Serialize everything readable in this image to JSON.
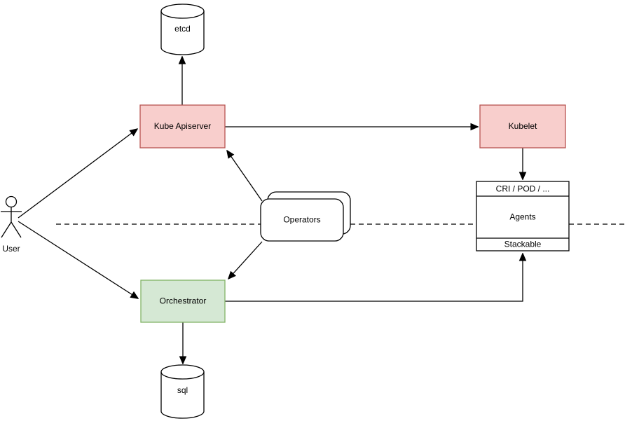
{
  "canvas": {
    "background": "#ffffff",
    "type": "architecture-diagram"
  },
  "nodes": {
    "user": {
      "label": "User",
      "shape": "actor"
    },
    "etcd": {
      "label": "etcd",
      "shape": "database-cylinder",
      "fill": "#ffffff",
      "stroke": "#000000"
    },
    "kube_apiserver": {
      "label": "Kube Apiserver",
      "shape": "rectangle",
      "fill": "#f8cecc",
      "stroke": "#b85450"
    },
    "kubelet": {
      "label": "Kubelet",
      "shape": "rectangle",
      "fill": "#f8cecc",
      "stroke": "#b85450"
    },
    "operators": {
      "label": "Operators",
      "shape": "stacked-rounded-rectangle",
      "fill": "#ffffff",
      "stroke": "#000000"
    },
    "orchestrator": {
      "label": "Orchestrator",
      "shape": "rectangle",
      "fill": "#d5e8d4",
      "stroke": "#82b366"
    },
    "agents_stack": {
      "header": "CRI / POD / ...",
      "body": "Agents",
      "footer": "Stackable",
      "shape": "list",
      "fill": "#ffffff",
      "stroke": "#000000"
    },
    "sql": {
      "label": "sql",
      "shape": "database-cylinder",
      "fill": "#ffffff",
      "stroke": "#000000"
    }
  },
  "edges": [
    {
      "from": "User",
      "to": "Kube Apiserver",
      "arrow": "end"
    },
    {
      "from": "User",
      "to": "Orchestrator",
      "arrow": "end"
    },
    {
      "from": "Kube Apiserver",
      "to": "etcd",
      "arrow": "end"
    },
    {
      "from": "Kube Apiserver",
      "to": "Kubelet",
      "arrow": "end"
    },
    {
      "from": "Operators",
      "to": "Kube Apiserver",
      "arrow": "end"
    },
    {
      "from": "Operators",
      "to": "Orchestrator",
      "arrow": "end"
    },
    {
      "from": "Kubelet",
      "to": "Agents (CRI / POD / ...)",
      "arrow": "end"
    },
    {
      "from": "Orchestrator",
      "to": "Agents (Stackable)",
      "arrow": "end"
    },
    {
      "from": "Orchestrator",
      "to": "sql",
      "arrow": "end"
    }
  ],
  "separator": {
    "style": "dashed-horizontal-line"
  }
}
